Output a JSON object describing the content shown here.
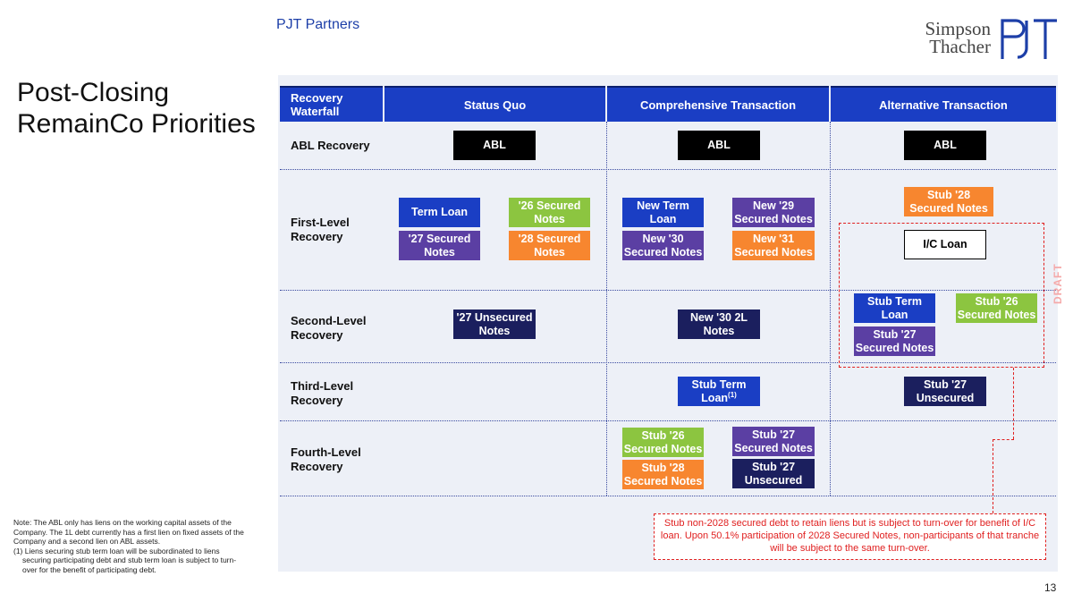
{
  "header": {
    "firm": "PJT Partners",
    "logo_simpson": "Simpson",
    "logo_thacher": "Thacher"
  },
  "title": {
    "line1": "Post-Closing",
    "line2": "RemainCo Priorities"
  },
  "table": {
    "columns": {
      "c0": "Recovery Waterfall",
      "c1": "Status Quo",
      "c2": "Comprehensive Transaction",
      "c3": "Alternative Transaction"
    },
    "rows": {
      "abl": "ABL Recovery",
      "first": "First-Level Recovery",
      "second": "Second-Level Recovery",
      "third": "Third-Level Recovery",
      "fourth": "Fourth-Level Recovery"
    }
  },
  "boxes": {
    "sq_abl": "ABL",
    "ct_abl": "ABL",
    "at_abl": "ABL",
    "sq_term_loan": "Term Loan",
    "sq_26_secured": "'26 Secured Notes",
    "sq_27_secured": "'27 Secured Notes",
    "sq_28_secured": "'28 Secured Notes",
    "ct_new_term_loan": "New Term Loan",
    "ct_new_29": "New '29 Secured Notes",
    "ct_new_30": "New '30 Secured Notes",
    "ct_new_31": "New '31 Secured Notes",
    "at_stub_28": "Stub '28 Secured Notes",
    "at_ic_loan": "I/C Loan",
    "sq_27_unsecured": "'27 Unsecured Notes",
    "ct_new_30_2l": "New '30 2L Notes",
    "at_stub_term_loan": "Stub Term Loan",
    "at_stub_26": "Stub '26 Secured Notes",
    "at_stub_27": "Stub '27 Secured Notes",
    "ct_stub_term_loan": "Stub Term Loan",
    "ct_stub_term_loan_fn": "(1)",
    "at_stub_27_unsecured": "Stub '27 Unsecured",
    "ct_stub_26": "Stub '26 Secured Notes",
    "ct_stub_27_secured": "Stub '27 Secured Notes",
    "ct_stub_28": "Stub '28 Secured Notes",
    "ct_stub_27_unsecured": "Stub '27 Unsecured"
  },
  "callout": "Stub non-2028 secured debt to retain liens but is subject to turn-over for benefit of I/C loan. Upon 50.1% participation of 2028 Secured Notes, non-participants of that tranche will be subject to the same turn-over.",
  "watermark": "DRAFT",
  "notes": {
    "note1": "Note: The ABL only has liens on the working capital assets of the Company. The 1L debt currently has a first lien on fixed assets of the Company and a second lien on ABL assets.",
    "footnote1": "(1) Liens securing stub term loan will be subordinated to liens securing participating debt and stub term loan is subject to turn-over for the benefit of participating debt."
  },
  "page_number": "13",
  "colors": {
    "header_blue": "#1a3ec4",
    "green": "#8cc540",
    "purple": "#5b3fa3",
    "orange": "#f7862f",
    "navy": "#1b1f5e",
    "callout_red": "#e02020"
  }
}
